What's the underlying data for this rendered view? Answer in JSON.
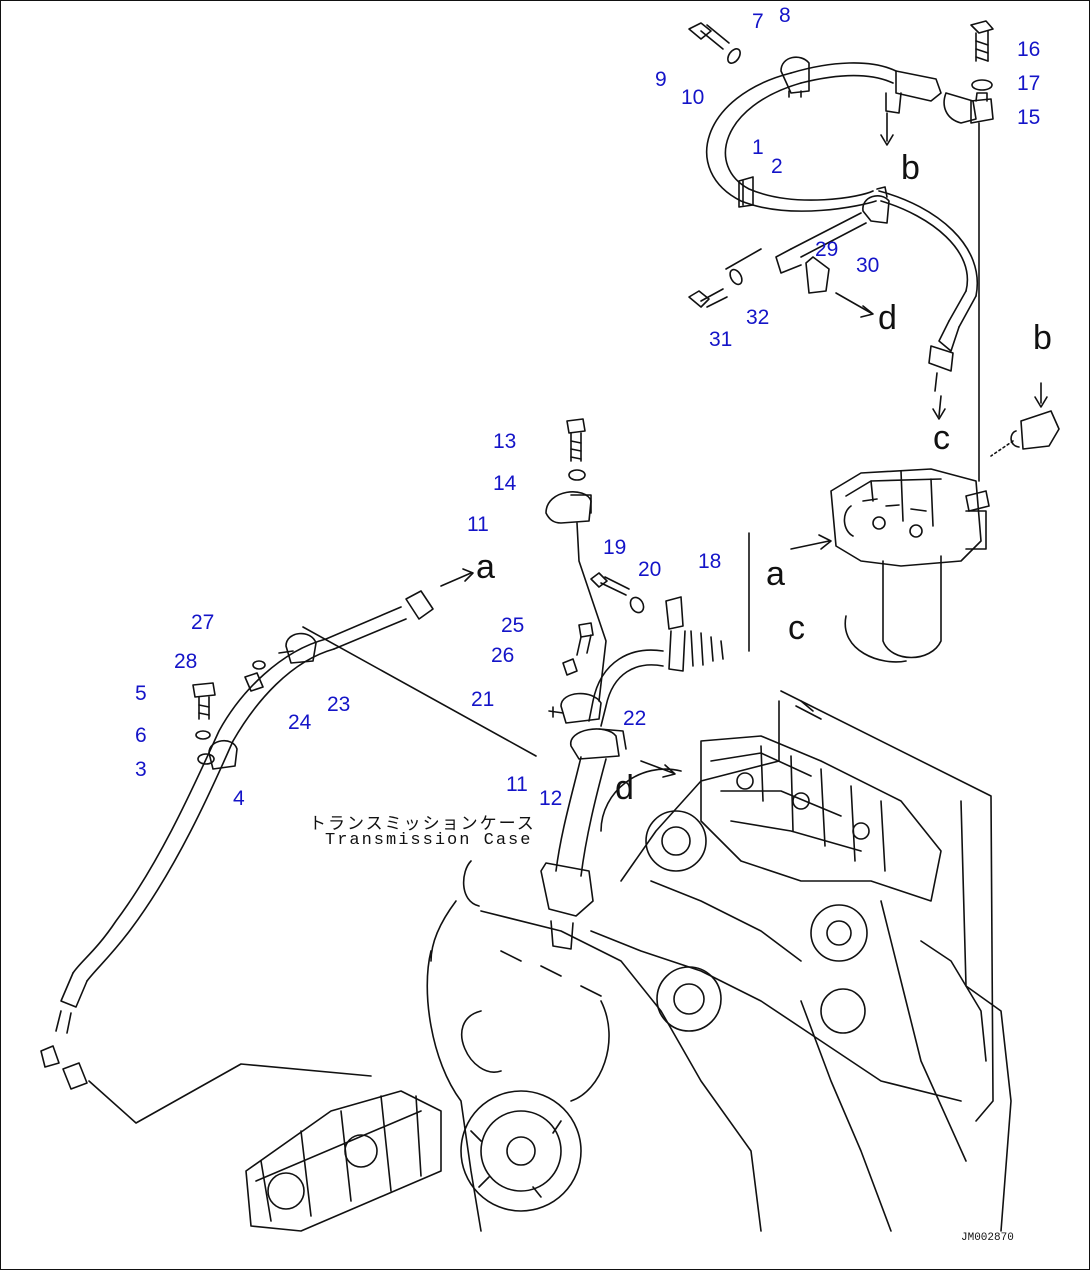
{
  "colors": {
    "callout": "#1414c8",
    "line": "#111111",
    "background": "#ffffff"
  },
  "part_numbers": [
    {
      "id": "p1",
      "text": "1"
    },
    {
      "id": "p2",
      "text": "2"
    },
    {
      "id": "p3",
      "text": "3"
    },
    {
      "id": "p4",
      "text": "4"
    },
    {
      "id": "p5",
      "text": "5"
    },
    {
      "id": "p6",
      "text": "6"
    },
    {
      "id": "p7",
      "text": "7"
    },
    {
      "id": "p8",
      "text": "8"
    },
    {
      "id": "p9",
      "text": "9"
    },
    {
      "id": "p10",
      "text": "10"
    },
    {
      "id": "p11a",
      "text": "11"
    },
    {
      "id": "p11b",
      "text": "11"
    },
    {
      "id": "p12",
      "text": "12"
    },
    {
      "id": "p13",
      "text": "13"
    },
    {
      "id": "p14",
      "text": "14"
    },
    {
      "id": "p15",
      "text": "15"
    },
    {
      "id": "p16",
      "text": "16"
    },
    {
      "id": "p17",
      "text": "17"
    },
    {
      "id": "p18",
      "text": "18"
    },
    {
      "id": "p19",
      "text": "19"
    },
    {
      "id": "p20",
      "text": "20"
    },
    {
      "id": "p21",
      "text": "21"
    },
    {
      "id": "p22",
      "text": "22"
    },
    {
      "id": "p23",
      "text": "23"
    },
    {
      "id": "p24",
      "text": "24"
    },
    {
      "id": "p25",
      "text": "25"
    },
    {
      "id": "p26",
      "text": "26"
    },
    {
      "id": "p27",
      "text": "27"
    },
    {
      "id": "p28",
      "text": "28"
    },
    {
      "id": "p29",
      "text": "29"
    },
    {
      "id": "p30",
      "text": "30"
    },
    {
      "id": "p31",
      "text": "31"
    },
    {
      "id": "p32",
      "text": "32"
    }
  ],
  "connection_refs": [
    {
      "id": "a1",
      "text": "a"
    },
    {
      "id": "a2",
      "text": "a"
    },
    {
      "id": "b1",
      "text": "b"
    },
    {
      "id": "b2",
      "text": "b"
    },
    {
      "id": "c1",
      "text": "c"
    },
    {
      "id": "c2",
      "text": "c"
    },
    {
      "id": "d1",
      "text": "d"
    },
    {
      "id": "d2",
      "text": "d"
    }
  ],
  "component_label": {
    "japanese": "トランスミッションケース",
    "english": "Transmission Case"
  },
  "drawing_code": "JM002870"
}
